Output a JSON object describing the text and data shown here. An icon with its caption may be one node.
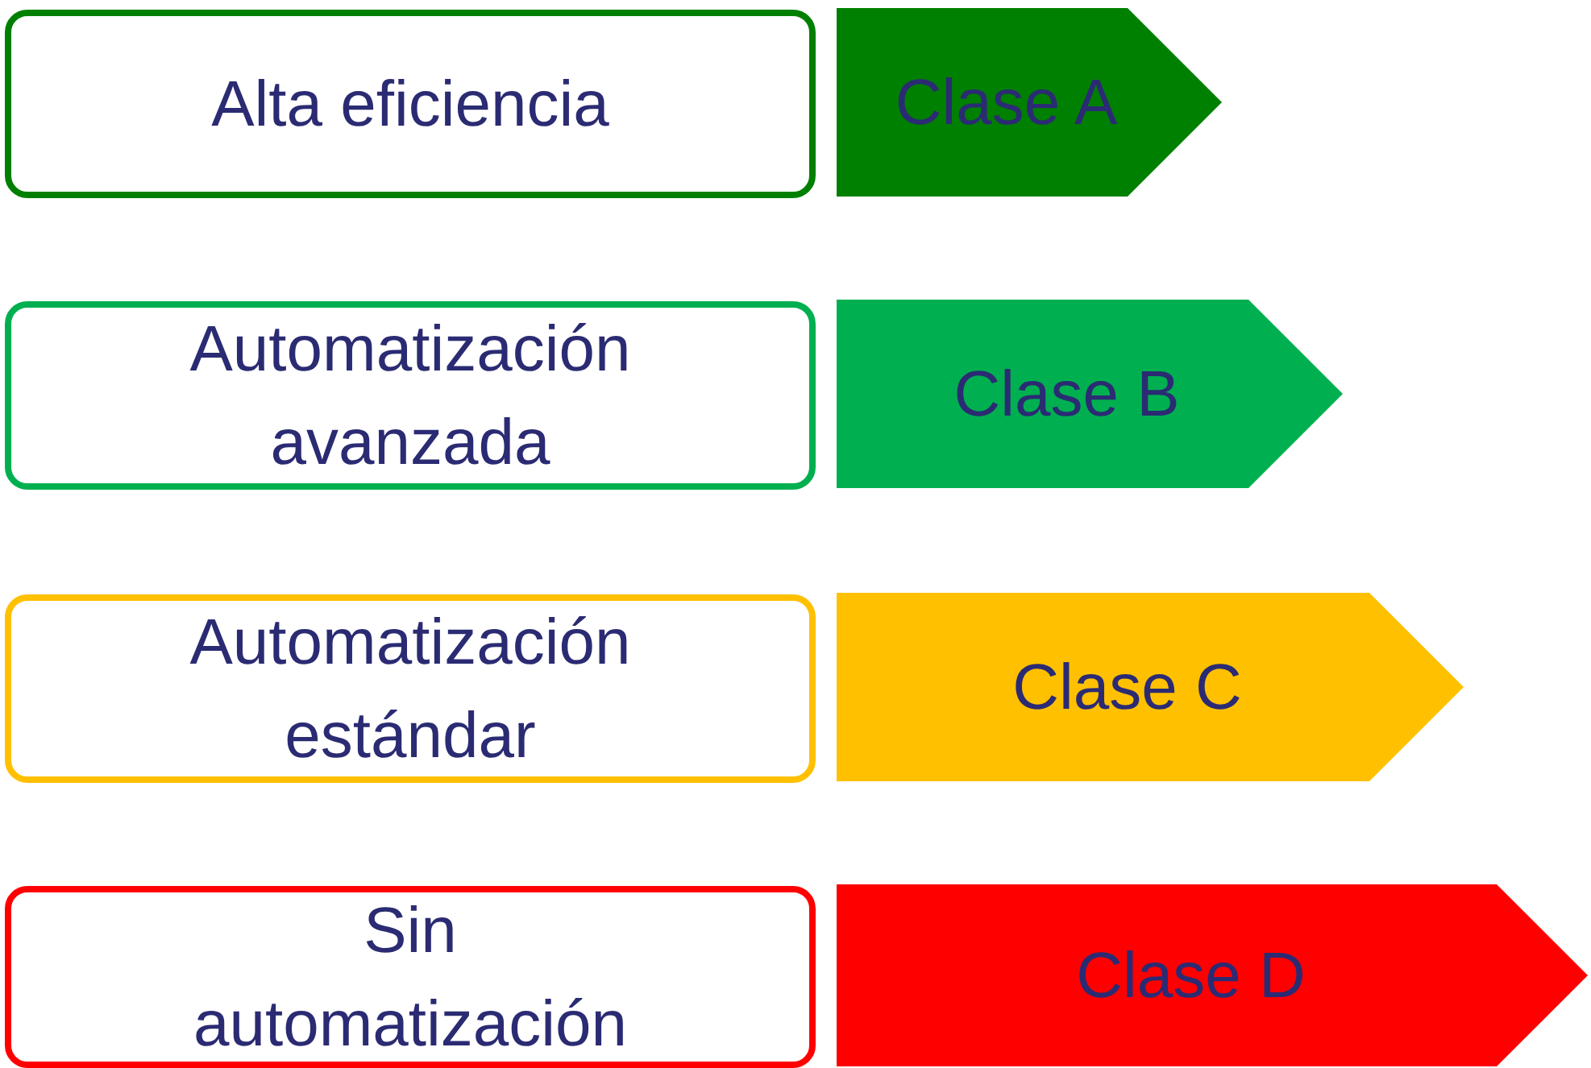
{
  "diagram": {
    "nodes": [
      {
        "text": [
          "Alta eficiencia"
        ]
      },
      {
        "text": [
          "Clase A"
        ]
      },
      {
        "text": [
          "Automatización avanzada"
        ]
      },
      {
        "text": [
          "Clase B"
        ]
      },
      {
        "text": [
          "Automatización estándar"
        ]
      },
      {
        "text": [
          "Clase C"
        ]
      },
      {
        "text": [
          "Sin automatización"
        ]
      },
      {
        "text": [
          "Clase D"
        ]
      }
    ]
  }
}
